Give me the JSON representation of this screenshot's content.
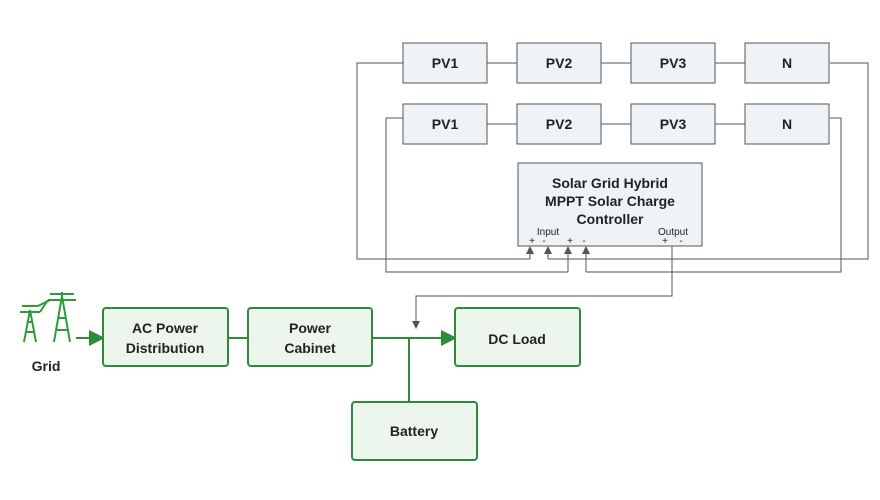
{
  "pv_rows": [
    [
      "PV1",
      "PV2",
      "PV3",
      "N"
    ],
    [
      "PV1",
      "PV2",
      "PV3",
      "N"
    ]
  ],
  "controller": {
    "title_lines": [
      "Solar Grid Hybrid",
      "MPPT Solar Charge",
      "Controller"
    ],
    "input_label": "Input",
    "output_label": "Output",
    "input_signs": [
      "+",
      "-",
      "+",
      "-"
    ],
    "output_signs": [
      "+",
      "-"
    ]
  },
  "grid_label": "Grid",
  "ac_power_lines": [
    "AC Power",
    "Distribution"
  ],
  "power_cabinet_lines": [
    "Power",
    "Cabinet"
  ],
  "dc_load_label": "DC Load",
  "battery_label": "Battery",
  "colors": {
    "green": "#2e8b3a",
    "green_fill": "#ecf6ec",
    "pv_fill": "#eef3f7",
    "wire": "#555555"
  }
}
